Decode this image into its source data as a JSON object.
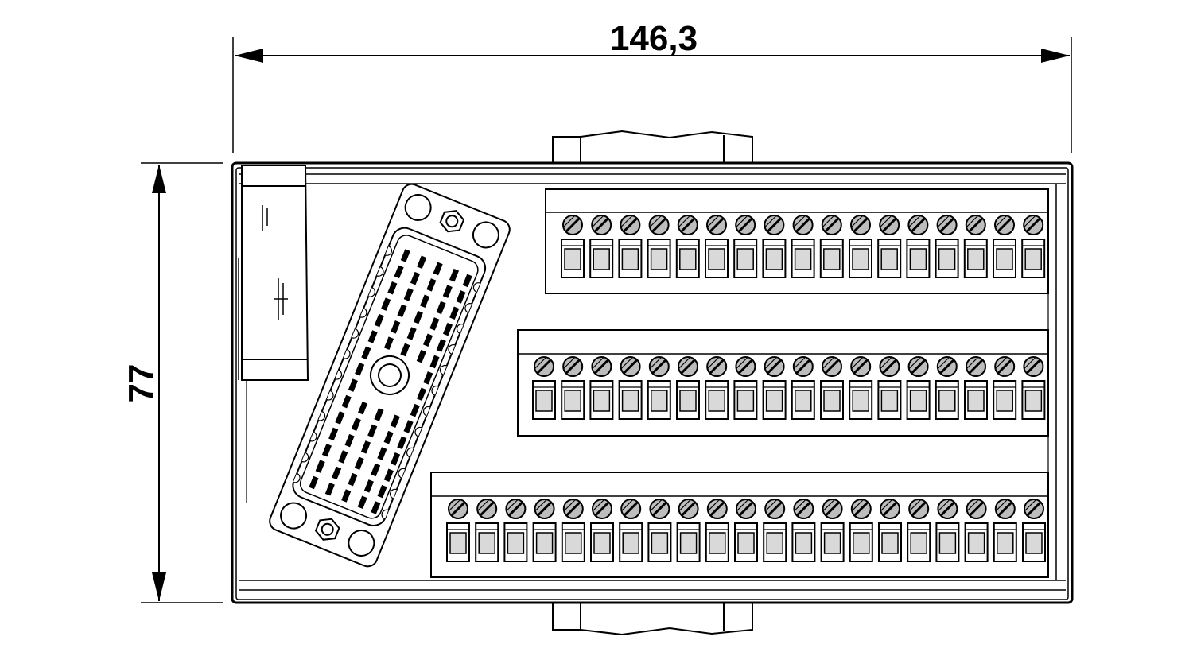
{
  "dimensions": {
    "width_label": "146,3",
    "height_label": "77"
  },
  "terminal_rows": [
    {
      "name": "upper",
      "terminal_count": 17
    },
    {
      "name": "middle",
      "terminal_count": 18
    },
    {
      "name": "lower",
      "terminal_count": 21
    }
  ],
  "colors": {
    "line": "#000000",
    "terminal_fill": "#d9d9d9",
    "screw_fill": "#bdbdbd",
    "background": "#ffffff"
  }
}
